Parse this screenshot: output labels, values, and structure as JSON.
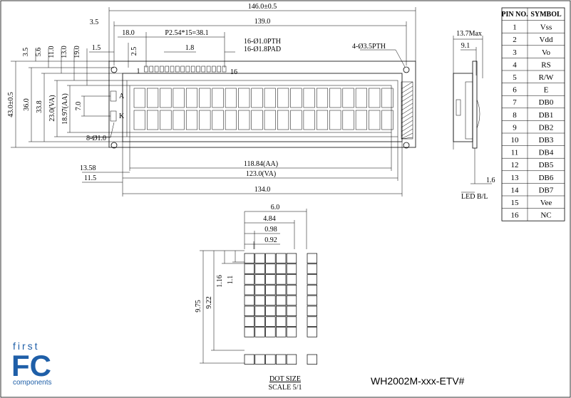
{
  "part_number": "WH2002M-xxx-ETV#",
  "logo": {
    "top": "first",
    "main": "FC",
    "bottom": "components"
  },
  "pin_table": {
    "headers": [
      "PIN NO.",
      "SYMBOL"
    ],
    "rows": [
      [
        "1",
        "Vss"
      ],
      [
        "2",
        "Vdd"
      ],
      [
        "3",
        "Vo"
      ],
      [
        "4",
        "RS"
      ],
      [
        "5",
        "R/W"
      ],
      [
        "6",
        "E"
      ],
      [
        "7",
        "DB0"
      ],
      [
        "8",
        "DB1"
      ],
      [
        "9",
        "DB2"
      ],
      [
        "10",
        "DB3"
      ],
      [
        "11",
        "DB4"
      ],
      [
        "12",
        "DB5"
      ],
      [
        "13",
        "DB6"
      ],
      [
        "14",
        "DB7"
      ],
      [
        "15",
        "Vee"
      ],
      [
        "16",
        "NC"
      ]
    ]
  },
  "dimensions": {
    "overall_width": "146.0±0.5",
    "hole_spacing": "139.0",
    "left_offset": "3.5",
    "pin_start": "18.0",
    "pin_pitch": "P2.54*15=38.1",
    "pth_1": "16-Ø1.0PTH",
    "pth_2": "16-Ø1.8PAD",
    "mount_holes": "4-Ø3.5PTH",
    "pad_w": "1.8",
    "edge_1_5": "1.5",
    "edge_2_5": "2.5",
    "pin1": "1",
    "pin16": "16",
    "v_3_5": "3.5",
    "v_5_6": "5.6",
    "v_11_0": "11.0",
    "v_13_0": "13.0",
    "v_19_0": "19.0",
    "v_overall_height": "43.0±0.5",
    "v_36_0": "36.0",
    "v_33_8": "33.8",
    "v_va": "23.0(VA)",
    "v_aa": "18.97(AA)",
    "v_7_0": "7.0",
    "label_a": "A",
    "label_k": "K",
    "small_holes": "8-Ø1.0",
    "h_13_58": "13.58",
    "h_11_5": "11.5",
    "h_aa": "118.84(AA)",
    "h_va": "123.0(VA)",
    "h_134": "134.0",
    "side_13_7": "13.7Max",
    "side_9_1": "9.1",
    "side_1_6": "1.6",
    "led": "LED B/L",
    "dot_6_0": "6.0",
    "dot_4_84": "4.84",
    "dot_0_98": "0.98",
    "dot_0_92": "0.92",
    "dot_9_75": "9.75",
    "dot_9_22": "9.22",
    "dot_1_16": "1.16",
    "dot_1_1": "1.1",
    "dot_size": "DOT SIZE",
    "scale": "SCALE 5/1"
  }
}
